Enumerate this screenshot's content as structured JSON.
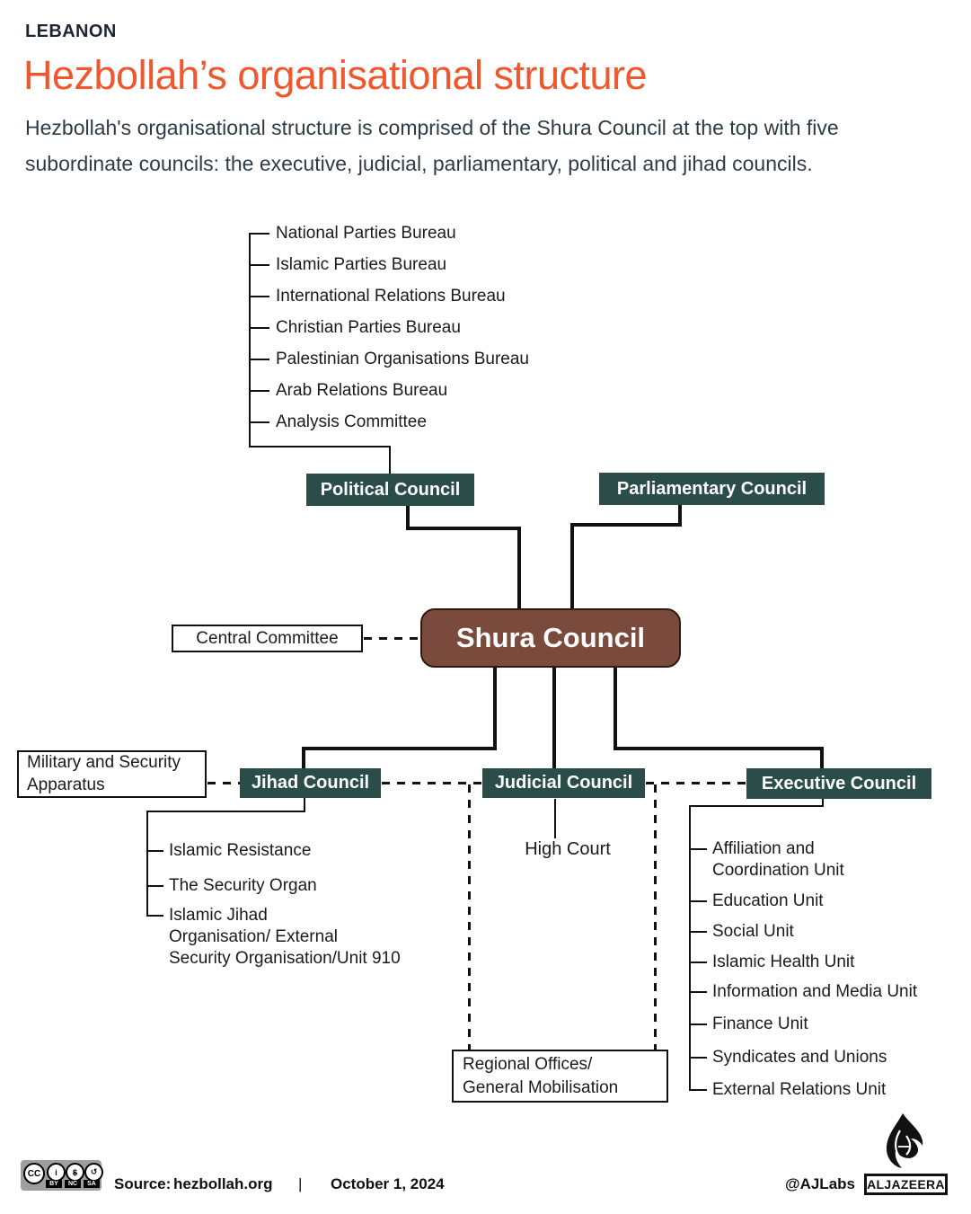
{
  "header": {
    "kicker": "LEBANON",
    "title": "Hezbollah’s organisational structure",
    "intro": "Hezbollah's organisational structure is comprised of the Shura Council at the top with five subordinate councils: the executive, judicial, parliamentary, political and jihad councils."
  },
  "colors": {
    "accent_orange": "#F1572C",
    "council_teal": "#2A4D4A",
    "shura_brown": "#7A4A3C",
    "line_black": "#111111"
  },
  "diagram": {
    "political_bureaus": [
      "National Parties Bureau",
      "Islamic Parties Bureau",
      "International Relations Bureau",
      "Christian Parties Bureau",
      "Palestinian Organisations Bureau",
      "Arab Relations Bureau",
      "Analysis Committee"
    ],
    "political_council": "Political Council",
    "parliamentary_council": "Parliamentary Council",
    "shura_council": "Shura Council",
    "central_committee": "Central Committee",
    "military_apparatus": "Military and Security\nApparatus",
    "jihad_council": "Jihad Council",
    "judicial_council": "Judicial Council",
    "executive_council": "Executive Council",
    "jihad_units": [
      "Islamic Resistance",
      "The Security Organ",
      "Islamic Jihad\nOrganisation/ External\nSecurity Organisation/Unit 910"
    ],
    "high_court": "High Court",
    "executive_units": [
      "Affiliation and\nCoordination Unit",
      "Education Unit",
      "Social Unit",
      "Islamic Health Unit",
      "Information and Media Unit",
      "Finance Unit",
      "Syndicates and Unions",
      "External Relations Unit"
    ],
    "regional_offices": "Regional Offices/\nGeneral Mobilisation"
  },
  "footer": {
    "license_icons": [
      "CC",
      "i",
      "$",
      "↺"
    ],
    "license_labels": [
      "BY",
      "NC",
      "SA"
    ],
    "source_label": "Source:",
    "source_value": "hezbollah.org",
    "separator": "|",
    "date": "October 1, 2024",
    "credit": "@AJLabs",
    "brand": "ALJAZEERA"
  }
}
